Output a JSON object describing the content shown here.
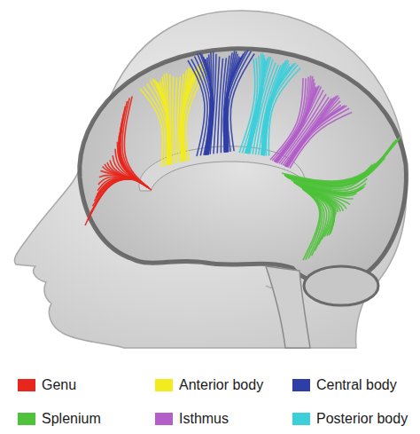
{
  "diagram": {
    "legend": [
      {
        "text": "Genu",
        "color": "#e8261d"
      },
      {
        "text": "Anterior body",
        "color": "#f2ec1f"
      },
      {
        "text": "Central body",
        "color": "#2f3ea6"
      },
      {
        "text": "Splenium",
        "color": "#4ec23a"
      },
      {
        "text": "Isthmus",
        "color": "#b35ec9"
      },
      {
        "text": "Posterior body",
        "color": "#3ccfda"
      }
    ]
  }
}
